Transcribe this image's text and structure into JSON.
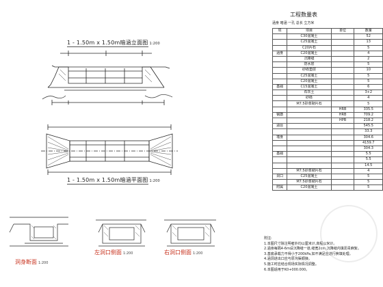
{
  "views": {
    "elevation_title": "1 - 1.50m x 1.50m暗涵立面图",
    "elevation_scale": "1:200",
    "plan_title": "1 - 1.50m x 1.50m暗涵平面图",
    "plan_scale": "1:200",
    "section_a_title": "洞身断面",
    "section_a_scale": "1:200",
    "section_b_title": "左洞口侧面",
    "section_b_scale": "1:200",
    "section_c_title": "右洞口侧面",
    "section_c_scale": "1:200"
  },
  "table": {
    "title": "工程数量表",
    "subtitle": "涵身 暗涵 一孔  总长 立方米",
    "header": [
      "项",
      "项目",
      "单位",
      "数量"
    ],
    "rows": [
      {
        "cat": "",
        "item": "C30混凝土",
        "unit": "",
        "val": "52"
      },
      {
        "cat": "",
        "item": "C25混凝土",
        "unit": "",
        "val": "13"
      },
      {
        "cat": "",
        "item": "C20片石",
        "unit": "",
        "val": "5"
      },
      {
        "cat": "涵身",
        "item": "C20混凝土",
        "unit": "",
        "val": "4"
      },
      {
        "cat": "",
        "item": "沉降缝",
        "unit": "",
        "val": "2"
      },
      {
        "cat": "",
        "item": "防水层",
        "unit": "",
        "val": "5"
      },
      {
        "cat": "",
        "item": "砂砾垫层",
        "unit": "",
        "val": "10"
      },
      {
        "cat": "",
        "item": "C25混凝土",
        "unit": "",
        "val": "5"
      },
      {
        "cat": "",
        "item": "C20混凝土",
        "unit": "",
        "val": "5"
      },
      {
        "cat": "基础",
        "item": "C15混凝土",
        "unit": "",
        "val": "6"
      },
      {
        "cat": "",
        "item": "石灰土",
        "unit": "",
        "val": "3+2"
      },
      {
        "cat": "",
        "item": "砂砾",
        "unit": "",
        "val": "4"
      },
      {
        "cat": "",
        "item": "M7.5砂浆砌片石",
        "unit": "",
        "val": "5"
      },
      {
        "cat": "",
        "item": "",
        "unit": "HRB",
        "val": "335.5"
      },
      {
        "cat": "钢筋",
        "item": "",
        "unit": "HRB",
        "val": "709.2"
      },
      {
        "cat": "",
        "item": "",
        "unit": "HPB",
        "val": "218.2"
      },
      {
        "cat": "涵台",
        "item": "",
        "unit": "",
        "val": "545.5"
      },
      {
        "cat": "",
        "item": "",
        "unit": "",
        "val": "33.3"
      },
      {
        "cat": "墙身",
        "item": "",
        "unit": "",
        "val": "304.6"
      },
      {
        "cat": "",
        "item": "",
        "unit": "",
        "val": "4159.7"
      },
      {
        "cat": "",
        "item": "",
        "unit": "",
        "val": "304.3"
      },
      {
        "cat": "基础",
        "item": "",
        "unit": "",
        "val": "5.5"
      },
      {
        "cat": "",
        "item": "",
        "unit": "",
        "val": "5.5"
      },
      {
        "cat": "",
        "item": "",
        "unit": "",
        "val": "14.5"
      },
      {
        "cat": "",
        "item": "M7.5砂浆砌片石",
        "unit": "",
        "val": "4"
      },
      {
        "cat": "洞口",
        "item": "C25混凝土",
        "unit": "",
        "val": "5"
      },
      {
        "cat": "",
        "item": "M7.5砂浆砌片石",
        "unit": "",
        "val": "5"
      },
      {
        "cat": "附属",
        "item": "C20混凝土",
        "unit": "",
        "val": "5"
      }
    ]
  },
  "notes": {
    "heading": "附注:",
    "lines": [
      "1.本图尺寸除注明者外均以厘米计,高程以米计。",
      "2.涵身每隔4-6m设沉降缝一道,缝宽2cm,沉降缝内填沥青麻絮。",
      "3.基底承载力不得小于200kPa,如不满足应进行换填处理。",
      "4.涵洞进出口应与原沟渠顺接。",
      "5.施工时应结合现场实际情况调整。",
      "6.本图适用于K0+000.000。"
    ]
  }
}
